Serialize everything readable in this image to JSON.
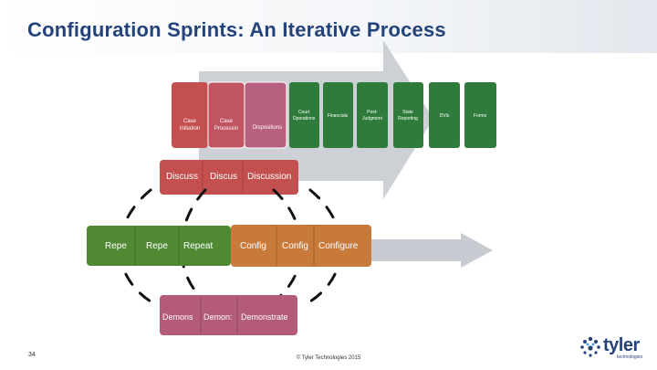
{
  "title": "Configuration Sprints: An Iterative Process",
  "top_cards": [
    {
      "label_lines": [
        "Case",
        "Initiation"
      ],
      "color": "#c3504f"
    },
    {
      "label_lines": [
        "Case",
        "Processin"
      ],
      "color": "#c05460"
    },
    {
      "label_lines": [
        "Dispositions"
      ],
      "color": "#b86080"
    },
    {
      "label_lines": [
        "Court",
        "Operations"
      ],
      "color": "#2e7b3c"
    },
    {
      "label_lines": [
        "Financials"
      ],
      "color": "#2e7b3c"
    },
    {
      "label_lines": [
        "Post-",
        "Judgment"
      ],
      "color": "#2e7b3c"
    },
    {
      "label_lines": [
        "State",
        "Reporting"
      ],
      "color": "#2e7b3c"
    },
    {
      "label_lines": [
        "DVIs"
      ],
      "color": "#2e7b3c"
    },
    {
      "label_lines": [
        "Forms"
      ],
      "color": "#2e7b3c"
    }
  ],
  "discuss_labels": [
    "Discuss",
    "Discus",
    "Discussion"
  ],
  "repeat_labels": [
    "Repe",
    "Repe",
    "Repeat"
  ],
  "configure_labels": [
    "Config",
    "Config",
    "Configure"
  ],
  "demonstrate_labels": [
    "Demons",
    "Demon:",
    "Demonstrate"
  ],
  "footer": {
    "page_number": "34",
    "copyright": "© Tyler Technologies 2015"
  },
  "logo": {
    "word": "tyler",
    "sub": "technologies"
  },
  "colors": {
    "title": "#24437a",
    "discuss": "#c3504f",
    "repeat": "#4f8a32",
    "configure": "#c87a3a",
    "demonstrate": "#b45a7a",
    "arrow": "#c8ccd2"
  }
}
